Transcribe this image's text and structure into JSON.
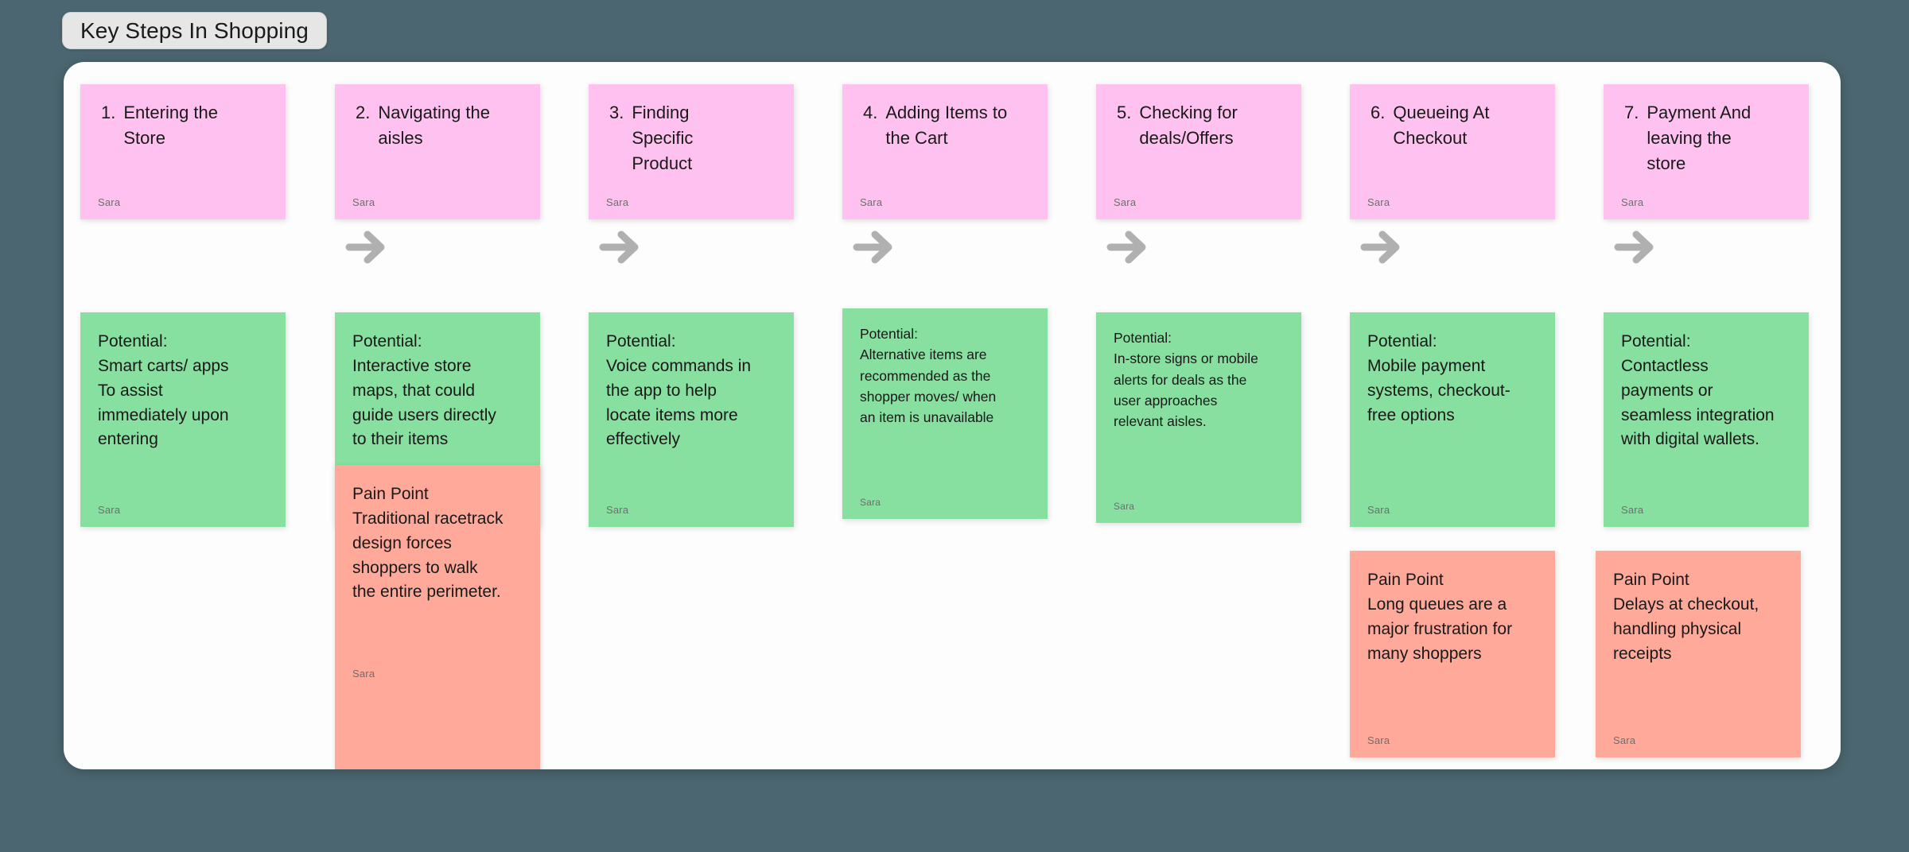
{
  "board": {
    "title": "Key Steps In Shopping",
    "author": "Sara",
    "colors": {
      "background": "#4B6670",
      "panel": "#FDFDFD",
      "step_card": "#FFC2F0",
      "potential_card": "#87DFA0",
      "pain_point_card": "#FFA99B",
      "arrow": "#B0B0B0",
      "title_chip": "#E6E6E6"
    }
  },
  "columns": [
    {
      "step": {
        "number": "1.",
        "label": "Entering the\nStore",
        "author": "Sara"
      },
      "potential": {
        "text": "Potential:\nSmart carts/ apps\nTo assist\nimmediately upon\nentering",
        "author": "Sara"
      },
      "pain_point": null
    },
    {
      "step": {
        "number": "2.",
        "label": "Navigating the\naisles",
        "author": "Sara"
      },
      "potential": {
        "text": "Potential:\nInteractive store\nmaps, that could\nguide users directly\nto their items",
        "author": "Sara"
      },
      "pain_point": {
        "text": "Pain Point\nTraditional racetrack\ndesign forces\nshoppers to walk\nthe entire perimeter.",
        "author": "Sara"
      }
    },
    {
      "step": {
        "number": "3.",
        "label": "Finding\nSpecific\nProduct",
        "author": "Sara"
      },
      "potential": {
        "text": "Potential:\nVoice commands in\nthe app to help\nlocate items more\neffectively",
        "author": "Sara"
      },
      "pain_point": null
    },
    {
      "step": {
        "number": "4.",
        "label": "Adding Items to\nthe Cart",
        "author": "Sara"
      },
      "potential": {
        "text": "Potential:\nAlternative items are\nrecommended as the\nshopper moves/ when\nan item is unavailable",
        "author": "Sara"
      },
      "pain_point": null
    },
    {
      "step": {
        "number": "5.",
        "label": "Checking for\ndeals/Offers",
        "author": "Sara"
      },
      "potential": {
        "text": "Potential:\nIn-store signs or mobile\nalerts for deals as the\nuser approaches\nrelevant aisles.",
        "author": "Sara"
      },
      "pain_point": null
    },
    {
      "step": {
        "number": "6.",
        "label": "Queueing At\nCheckout",
        "author": "Sara"
      },
      "potential": {
        "text": "Potential:\nMobile payment\nsystems, checkout-\nfree options",
        "author": "Sara"
      },
      "pain_point": {
        "text": "Pain Point\nLong queues are a\nmajor frustration for\nmany shoppers",
        "author": "Sara"
      }
    },
    {
      "step": {
        "number": "7.",
        "label": "Payment And\nleaving the\nstore",
        "author": "Sara"
      },
      "potential": {
        "text": "Potential:\nContactless\npayments or\nseamless integration\nwith digital wallets.",
        "author": "Sara"
      },
      "pain_point": {
        "text": "Pain Point\nDelays at checkout,\nhandling physical\nreceipts",
        "author": "Sara"
      }
    }
  ]
}
